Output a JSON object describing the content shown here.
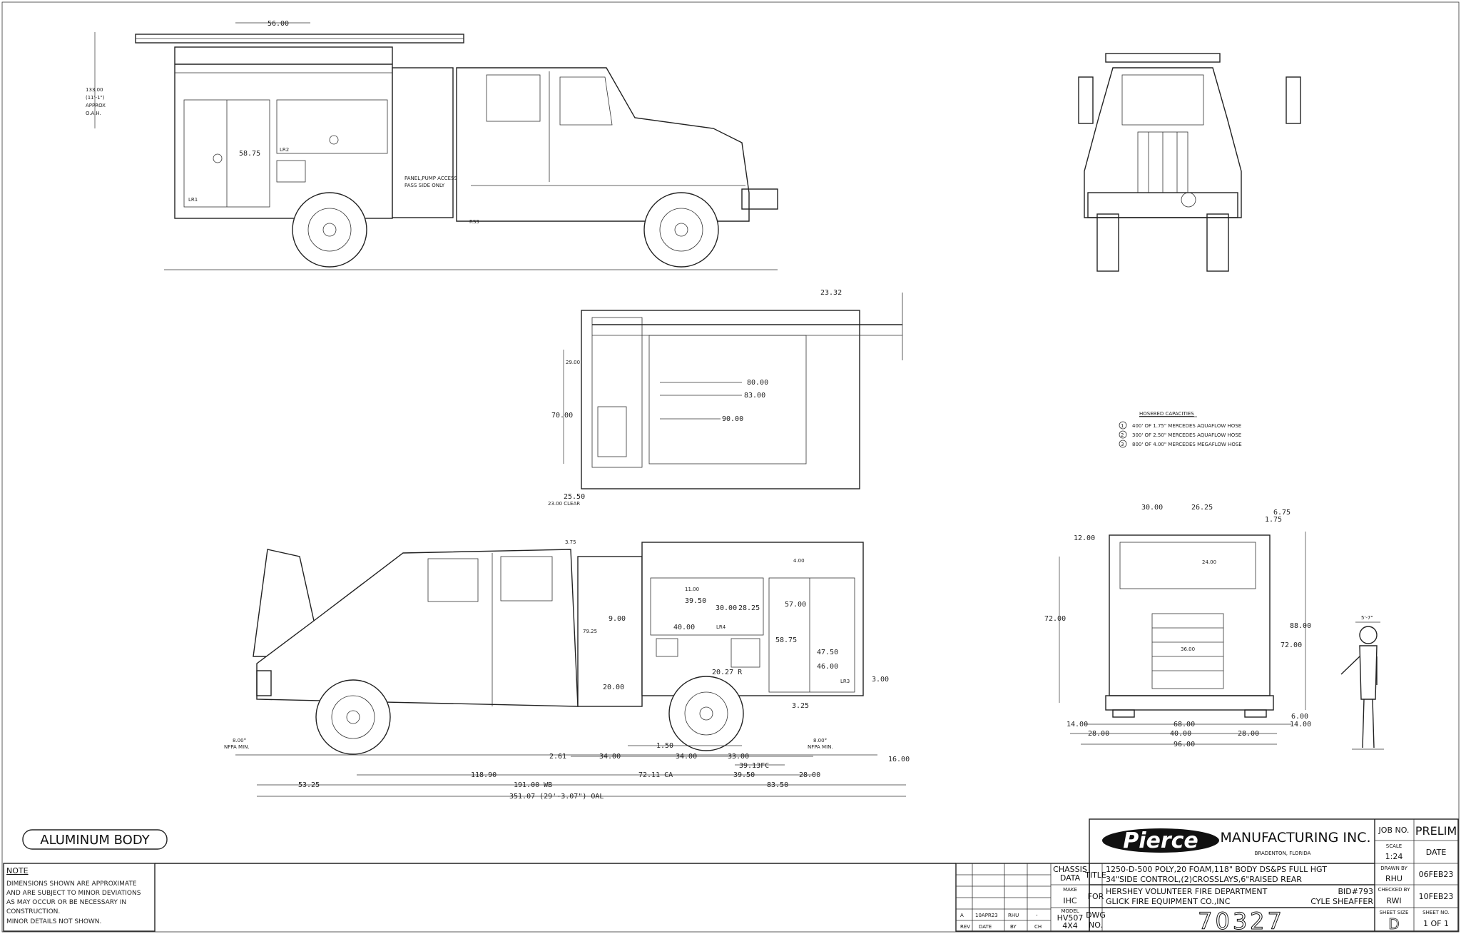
{
  "side_view_top": {
    "dims": {
      "ladder_len": "56.00",
      "height": "133.00",
      "height_ft": "(11'-1\")",
      "approx": "APPROX",
      "oah": "O.A.H.",
      "comp": "58.75"
    },
    "labels": {
      "panel_note_1": "PANEL,PUMP ACCESS",
      "panel_note_2": "PASS SIDE ONLY",
      "lr2": "LR2",
      "lr1": "LR1",
      "rs3": "RS3"
    }
  },
  "top_view": {
    "dims": {
      "d2332": "23.32",
      "d2900": "29.00",
      "d7000": "70.00",
      "d8000": "80.00",
      "d8300": "83.00",
      "d9000": "90.00",
      "d2550": "25.50",
      "clear": "23.00 CLEAR"
    }
  },
  "hosebed": {
    "title": "HOSEBED CAPACITIES",
    "items": [
      {
        "num": "1",
        "text": "400' OF 1.75\" MERCEDES AQUAFLOW HOSE"
      },
      {
        "num": "2",
        "text": "300' OF 2.50\" MERCEDES AQUAFLOW HOSE"
      },
      {
        "num": "3",
        "text": "800' OF 4.00\" MERCEDES MEGAFLOW HOSE"
      }
    ]
  },
  "side_view_bottom": {
    "dims": {
      "d375": "3.75",
      "d400": "4.00",
      "d1100": "11.00",
      "d3950": "39.50",
      "d3000": "30.00",
      "d2825": "28.25",
      "d5700": "57.00",
      "d900": "9.00",
      "d7925": "79.25",
      "d4000": "40.00",
      "d5875": "58.75",
      "d4750": "47.50",
      "d4600": "46.00",
      "d300": "3.00",
      "d2027": "20.27 R",
      "d2000": "20.00",
      "d325": "3.25",
      "d1600": "16.00",
      "angle_left": "8.00°",
      "nfpa_left": "NFPA MIN.",
      "angle_right": "8.00°",
      "nfpa_right": "NFPA MIN.",
      "d261": "2.61",
      "d3400a": "34.00",
      "d150": "1.50",
      "d3400b": "34.00",
      "d3300": "33.00",
      "d3913": "39.13FC",
      "d11890": "118.90",
      "d7211": "72.11  CA",
      "d3950b": "39.50",
      "d2800": "28.00",
      "d5325": "53.25",
      "wb": "191.00  WB",
      "d8350": "83.50",
      "oal": "351.07 (29'-3.07\")  OAL",
      "lr4": "LR4",
      "lr3": "LR3"
    }
  },
  "rear_view": {
    "dims": {
      "d3000": "30.00",
      "d2625": "26.25",
      "d675": "6.75",
      "d175": "1.75",
      "d1200": "12.00",
      "d7200a": "72.00",
      "d8800": "88.00",
      "d7200b": "72.00",
      "d2400": "24.00",
      "d3600": "36.00",
      "d600": "6.00",
      "d1400a": "14.00",
      "d6800": "68.00",
      "d1400b": "14.00",
      "d2800a": "28.00",
      "d4000": "40.00",
      "d2800b": "28.00",
      "d9600": "96.00"
    },
    "figure_height": "5'-7\""
  },
  "body_label": "ALUMINUM BODY",
  "note": {
    "title": "NOTE",
    "lines": [
      "DIMENSIONS SHOWN ARE APPROXIMATE",
      "AND ARE SUBJECT TO MINOR DEVIATIONS",
      "AS MAY OCCUR OR BE NECESSARY IN",
      "CONSTRUCTION.",
      "MINOR DETAILS NOT SHOWN."
    ]
  },
  "title_block": {
    "logo": "Pierce",
    "company": "MANUFACTURING INC.",
    "location": "BRADENTON, FLORIDA",
    "job_no_label": "JOB NO.",
    "job_no": "PRELIM",
    "scale_label": "SCALE",
    "scale": "1:24",
    "date_label": "DATE",
    "drawn_by_label": "DRAWN BY",
    "drawn_by": "RHU",
    "drawn_date": "06FEB23",
    "checked_by_label": "CHECKED BY",
    "checked_by": "RWI",
    "checked_date": "10FEB23",
    "sheet_size_label": "SHEET SIZE",
    "sheet_size": "D",
    "sheet_no_label": "SHEET NO.",
    "sheet_no": "1 OF 1",
    "chassis_label_1": "CHASSIS",
    "chassis_label_2": "DATA",
    "title_label": "TITLE",
    "title_1": "1250-D-500 POLY,20 FOAM,118\" BODY DS&PS FULL HGT",
    "title_2": "34\"SIDE CONTROL,(2)CROSSLAYS,6\"RAISED REAR",
    "make_label": "MAKE",
    "make": "IHC",
    "for_label": "FOR",
    "for_1": "HERSHEY VOLUNTEER FIRE DEPARTMENT",
    "bid": "BID#793",
    "for_2": "GLICK FIRE EQUIPMENT CO.,INC",
    "contact": "CYLE SHEAFFER",
    "model_label": "MODEL",
    "model_1": "HV507",
    "model_2": "4X4",
    "dwg_label_1": "DWG",
    "dwg_label_2": "NO.",
    "dwg_no": "70327",
    "rev_row": {
      "rev": "A",
      "date": "10APR23",
      "by": "RHU",
      "ch": "-"
    },
    "rev_headers": {
      "rev": "REV",
      "date": "DATE",
      "by": "BY",
      "ch": "CH"
    }
  }
}
